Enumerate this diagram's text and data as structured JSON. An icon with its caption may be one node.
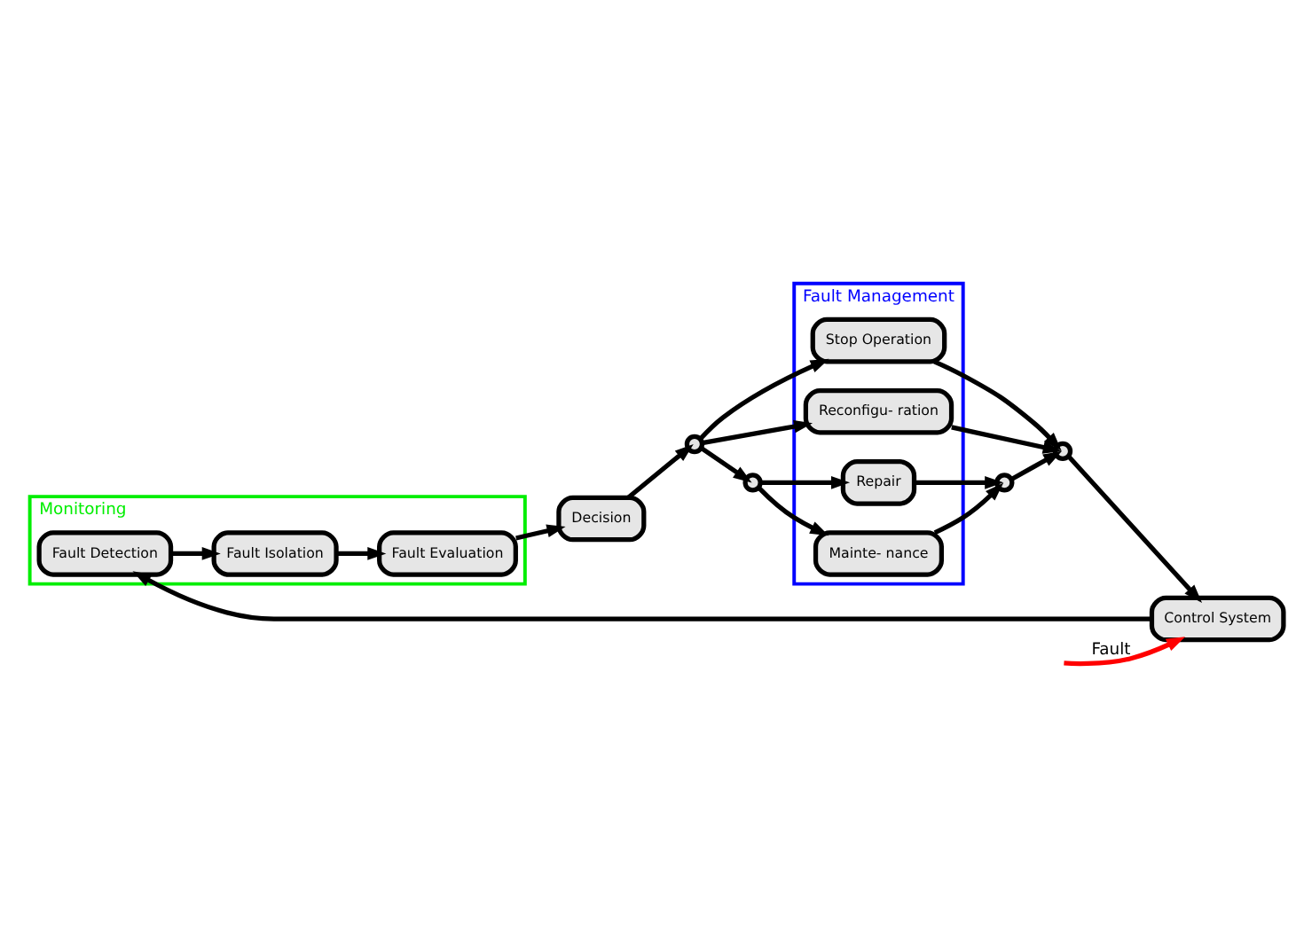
{
  "diagram": {
    "nodes": [
      {
        "text": [
          "Control System"
        ]
      },
      {
        "text": [
          "Monitoring"
        ]
      },
      {
        "text": [
          "Fault Detection"
        ],
        "in": 1
      },
      {
        "text": [
          "Fault Isolation"
        ],
        "in": 1
      },
      {
        "text": [
          "Fault Evaluation"
        ],
        "in": 1
      },
      {
        "text": [
          "Decision"
        ]
      },
      {
        "text": [
          "Fault Management"
        ]
      },
      {
        "text": [
          "Stop Operation"
        ],
        "in": 6
      },
      {
        "text": [
          "Reconfigu- ration"
        ],
        "in": 6
      },
      {
        "text": [
          "Repair"
        ],
        "in": 6
      },
      {
        "text": [
          "Mainte- nance"
        ],
        "in": 6
      },
      {
        "text": [],
        "shape": "circle"
      },
      {
        "text": [],
        "shape": "circle"
      },
      {
        "text": [],
        "shape": "circle"
      },
      {
        "text": [],
        "shape": "circle"
      }
    ],
    "edges": [
      {
        "from": null,
        "to": 0,
        "arrow": "to",
        "label": "Fault",
        "color": "#ff0000"
      },
      {
        "from": 0,
        "to": 2,
        "arrow": "to"
      },
      {
        "from": 2,
        "to": 3,
        "arrow": "to"
      },
      {
        "from": 3,
        "to": 4,
        "arrow": "to"
      },
      {
        "from": 4,
        "to": 5,
        "arrow": "to"
      },
      {
        "from": 5,
        "to": 11,
        "arrow": "to"
      },
      {
        "from": 11,
        "to": 12,
        "arrow": "to"
      },
      {
        "from": 11,
        "to": 7,
        "arrow": "to"
      },
      {
        "from": 11,
        "to": 8,
        "arrow": "to"
      },
      {
        "from": 12,
        "to": 9,
        "arrow": "to"
      },
      {
        "from": 12,
        "to": 10,
        "arrow": "to"
      },
      {
        "from": 7,
        "to": 13,
        "arrow": "to"
      },
      {
        "from": 8,
        "to": 13,
        "arrow": "to"
      },
      {
        "from": 9,
        "to": 14,
        "arrow": "to"
      },
      {
        "from": 10,
        "to": 14,
        "arrow": "to"
      },
      {
        "from": 14,
        "to": 13,
        "arrow": "to"
      },
      {
        "from": 13,
        "to": 0,
        "arrow": "to"
      }
    ]
  }
}
